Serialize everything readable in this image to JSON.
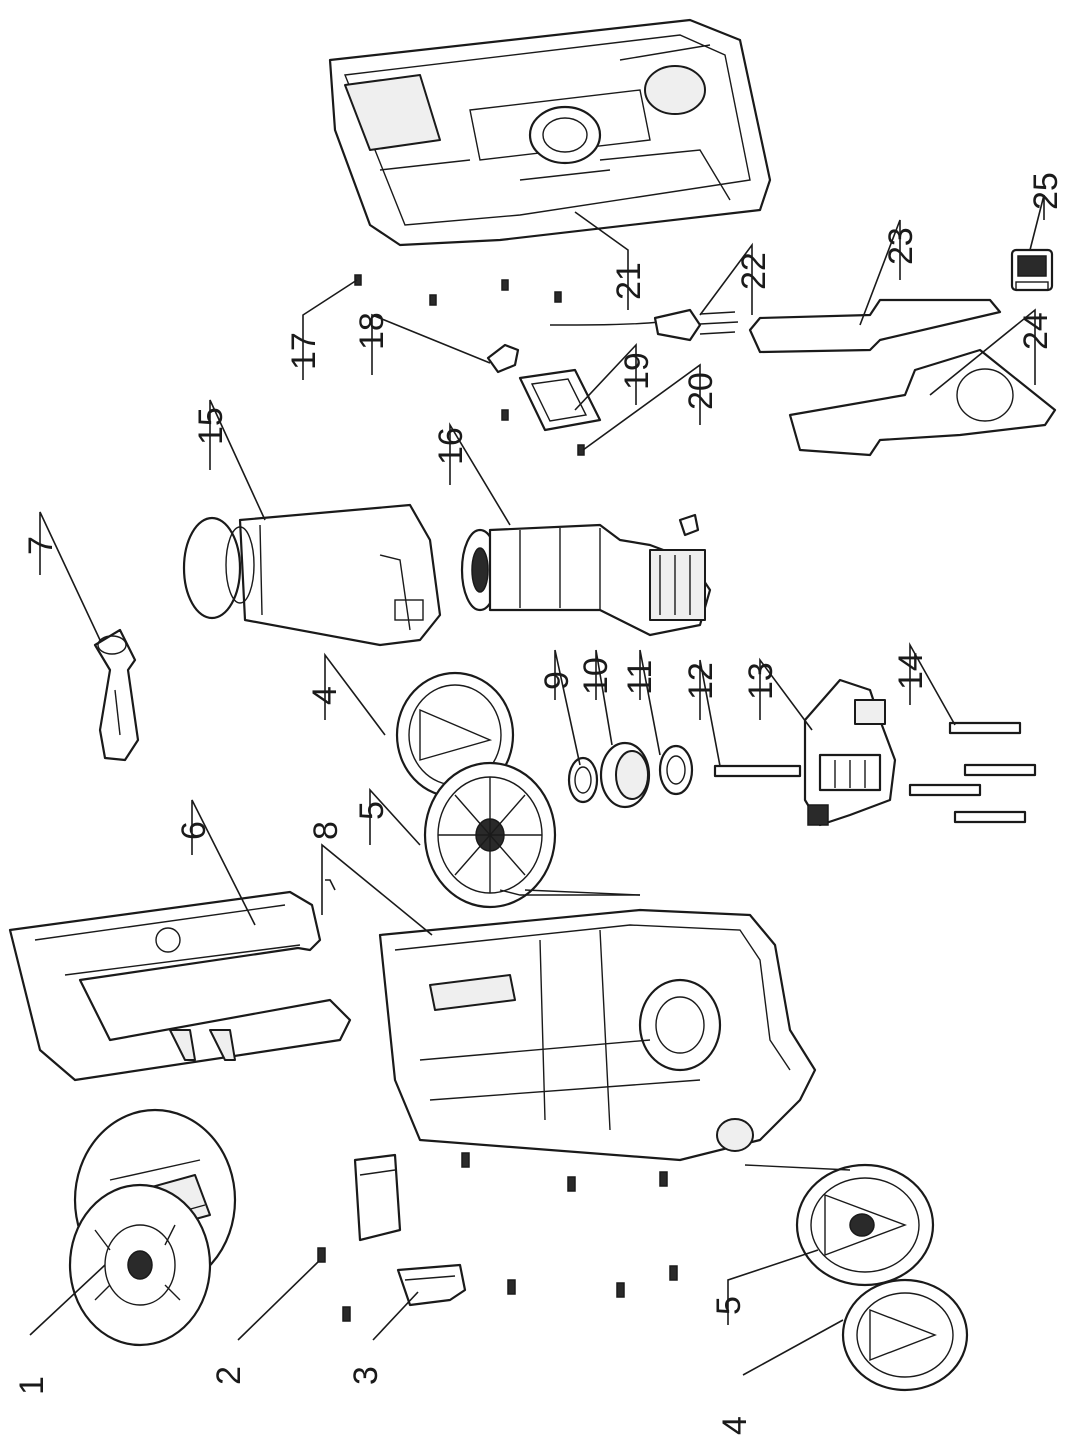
{
  "diagram": {
    "callouts": [
      {
        "id": "p1",
        "label": "1"
      },
      {
        "id": "p2",
        "label": "2"
      },
      {
        "id": "p3",
        "label": "3"
      },
      {
        "id": "p4a",
        "label": "4"
      },
      {
        "id": "p4b",
        "label": "4"
      },
      {
        "id": "p5a",
        "label": "5"
      },
      {
        "id": "p5b",
        "label": "5"
      },
      {
        "id": "p6",
        "label": "6"
      },
      {
        "id": "p7",
        "label": "7"
      },
      {
        "id": "p8",
        "label": "8"
      },
      {
        "id": "p9",
        "label": "9"
      },
      {
        "id": "p10",
        "label": "10"
      },
      {
        "id": "p11",
        "label": "11"
      },
      {
        "id": "p12",
        "label": "12"
      },
      {
        "id": "p13",
        "label": "13"
      },
      {
        "id": "p14",
        "label": "14"
      },
      {
        "id": "p15",
        "label": "15"
      },
      {
        "id": "p16",
        "label": "16"
      },
      {
        "id": "p17",
        "label": "17"
      },
      {
        "id": "p18",
        "label": "18"
      },
      {
        "id": "p19",
        "label": "19"
      },
      {
        "id": "p20",
        "label": "20"
      },
      {
        "id": "p21",
        "label": "21"
      },
      {
        "id": "p22",
        "label": "22"
      },
      {
        "id": "p23",
        "label": "23"
      },
      {
        "id": "p24",
        "label": "24"
      },
      {
        "id": "p25",
        "label": "25"
      }
    ]
  }
}
